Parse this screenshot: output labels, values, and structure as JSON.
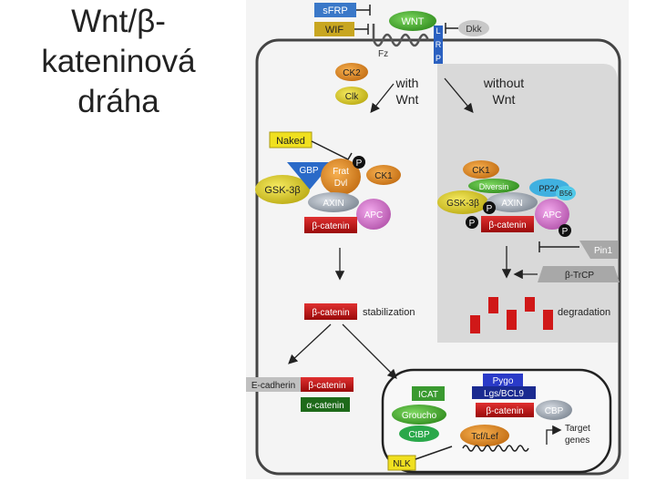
{
  "title": {
    "line1": "Wnt/β-",
    "line2": "kateninová",
    "line3": "dráha"
  },
  "diagram": {
    "sfrp": "sFRP",
    "wif": "WIF",
    "wnt": "WNT",
    "lrp_l": "L",
    "lrp_r": "R",
    "lrp_p": "P",
    "dkk": "Dkk",
    "fz": "Fz",
    "ck2": "CK2",
    "clk": "Clk",
    "with_wnt_1": "with",
    "with_wnt_2": "Wnt",
    "without_wnt_1": "without",
    "without_wnt_2": "Wnt",
    "naked": "Naked",
    "p": "P",
    "gbp": "GBP",
    "frat": "Frat",
    "dvl": "Dvl",
    "ck1": "CK1",
    "gsk3b": "GSK-3β",
    "axin": "AXIN",
    "apc": "APC",
    "bcatenin": "β-catenin",
    "diversin": "Diversin",
    "pp2a": "PP2A",
    "b56": "B56",
    "pin1": "Pin1",
    "btrcp": "β-TrCP",
    "stabilization": "stabilization",
    "degradation": "degradation",
    "ecadherin": "E-cadherin",
    "acatenin": "α-catenin",
    "icat": "ICAT",
    "pygo": "Pygo",
    "lgs": "Lgs/BCL9",
    "groucho": "Groucho",
    "cbp": "CBP",
    "ctbp": "CtBP",
    "tcf": "Tcf/Lef",
    "target_1": "Target",
    "target_2": "genes",
    "nlk": "NLK"
  },
  "colors": {
    "bcatenin": "#cc1111",
    "axin": "#9aa4b0",
    "apc": "#d77ad0",
    "gsk": "#c9c020",
    "ck": "#e08a20",
    "green": "#3c9a2c",
    "blue": "#2a60c0",
    "yellow": "#ecd000"
  }
}
